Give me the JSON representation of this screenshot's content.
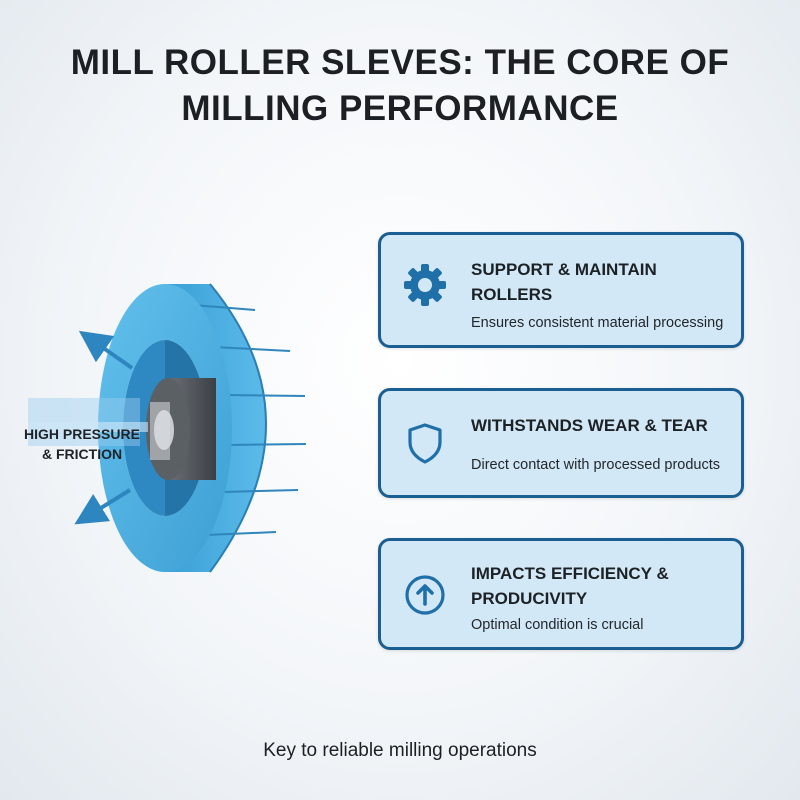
{
  "title": {
    "line1": "MILL ROLLER SLEVES: THE CORE OF",
    "line2": "MILLING PERFORMANCE"
  },
  "illustration": {
    "label_line1": "HIGH PRESSURE",
    "label_line2": "& FRICTION",
    "colors": {
      "sleeve": "#4db0e3",
      "sleeve_dark": "#2f8cc4",
      "core": "#4a4e53",
      "arrow": "#2e86c1"
    }
  },
  "cards": [
    {
      "icon": "gear-icon",
      "heading_line1": "SUPPORT & MAINTAIN",
      "heading_line2": "ROLLERS",
      "description": "Ensures consistent material processing"
    },
    {
      "icon": "shield-icon",
      "heading_line1": "WITHSTANDS WEAR & TEAR",
      "heading_line2": "",
      "description": "Direct contact with processed products"
    },
    {
      "icon": "arrow-up-circle-icon",
      "heading_line1": "IMPACTS EFFICIENCY &",
      "heading_line2": "PRODUCIVITY",
      "description": "Optimal condition is crucial"
    }
  ],
  "footer": "Key to reliable milling operations",
  "colors": {
    "card_border": "#1b5f92",
    "card_fill": "#d3e8f6",
    "icon": "#1f6fa8"
  }
}
